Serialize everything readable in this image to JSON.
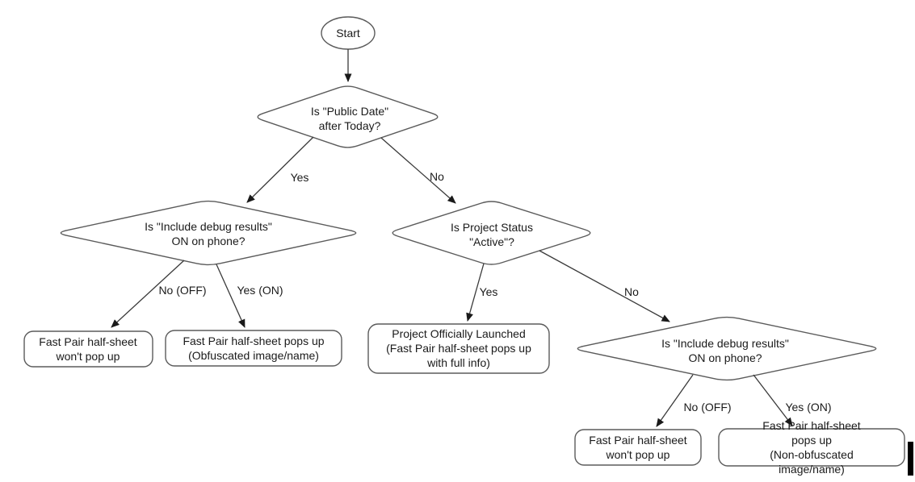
{
  "nodes": {
    "start": {
      "label": "Start"
    },
    "decision_public_date": {
      "label": "Is \"Public Date\"\nafter Today?"
    },
    "decision_debug_left": {
      "label": "Is \"Include debug results\"\nON on phone?"
    },
    "decision_project_status": {
      "label": "Is Project Status\n\"Active\"?"
    },
    "decision_debug_right": {
      "label": "Is \"Include debug results\"\nON on phone?"
    },
    "result_no_popup_left": {
      "label": "Fast Pair half-sheet\nwon't pop up"
    },
    "result_obfuscated": {
      "label": "Fast Pair half-sheet pops up\n(Obfuscated image/name)"
    },
    "result_launched": {
      "label": "Project Officially Launched\n(Fast Pair half-sheet pops up\nwith full info)"
    },
    "result_no_popup_right": {
      "label": "Fast Pair half-sheet\nwon't pop up"
    },
    "result_non_obfuscated": {
      "label": "Fast Pair half-sheet pops up\n(Non-obfuscated image/name)"
    }
  },
  "edge_labels": {
    "yes_top": "Yes",
    "no_top": "No",
    "no_off_left": "No (OFF)",
    "yes_on_left": "Yes (ON)",
    "yes_status": "Yes",
    "no_status": "No",
    "no_off_right": "No (OFF)",
    "yes_on_right": "Yes (ON)"
  },
  "colors": {
    "shape_stroke": "#5b5b5b",
    "arrow": "#3a3a3a",
    "text": "#1a1a1a",
    "background": "#ffffff"
  }
}
